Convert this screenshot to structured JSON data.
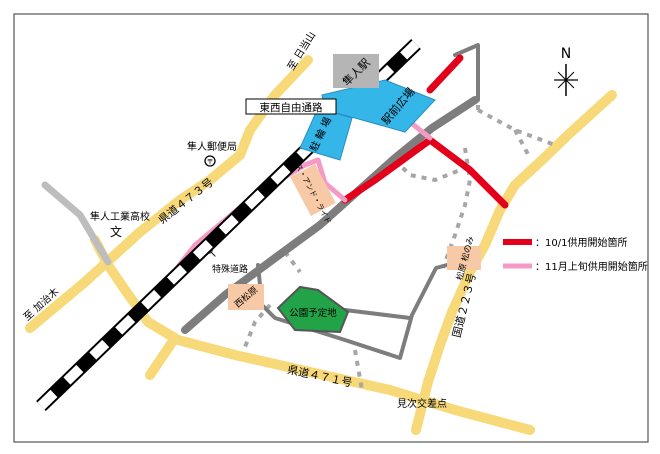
{
  "colors": {
    "prefectural_road": "#f8d97a",
    "railway_dark": "#000000",
    "railway_light": "#ffffff",
    "new_road_gray": "#7d7d7d",
    "planned_road_dotted": "#a6a6a6",
    "open_oct1": "#e2001a",
    "open_nov": "#f59ac5",
    "station_plaza": "#35b6e9",
    "park": "#22a347",
    "label_box": "#f7c9a6",
    "station_box": "#b5b5b5"
  },
  "labels": {
    "to_hinata": "至 日当山",
    "to_kajiki": "至 加治木",
    "station": "隼人駅",
    "free_passage": "東西自由通路",
    "station_plaza": "駅前広場",
    "bicycle_parking": "駐 輪 場",
    "post_office": "隼人郵便局",
    "school": "隼人工業高校",
    "pref_road_473": "県道４７３号",
    "kiss_and_ride": "キス・アンド・ライド",
    "special_road": "特殊道路",
    "nishimatsubara": "西松原",
    "park_planned": "公園予定地",
    "pref_road_471": "県道４７１号",
    "mitsugi_intersection": "見次交差点",
    "national_road_223": "国道２２３号",
    "matsubara_matsunomi": "松原 松のみ",
    "north": "N"
  },
  "legend": {
    "items": [
      {
        "label": "：10/1供用開始箇所"
      },
      {
        "label": "：11月上旬供用開始箇所"
      }
    ]
  }
}
